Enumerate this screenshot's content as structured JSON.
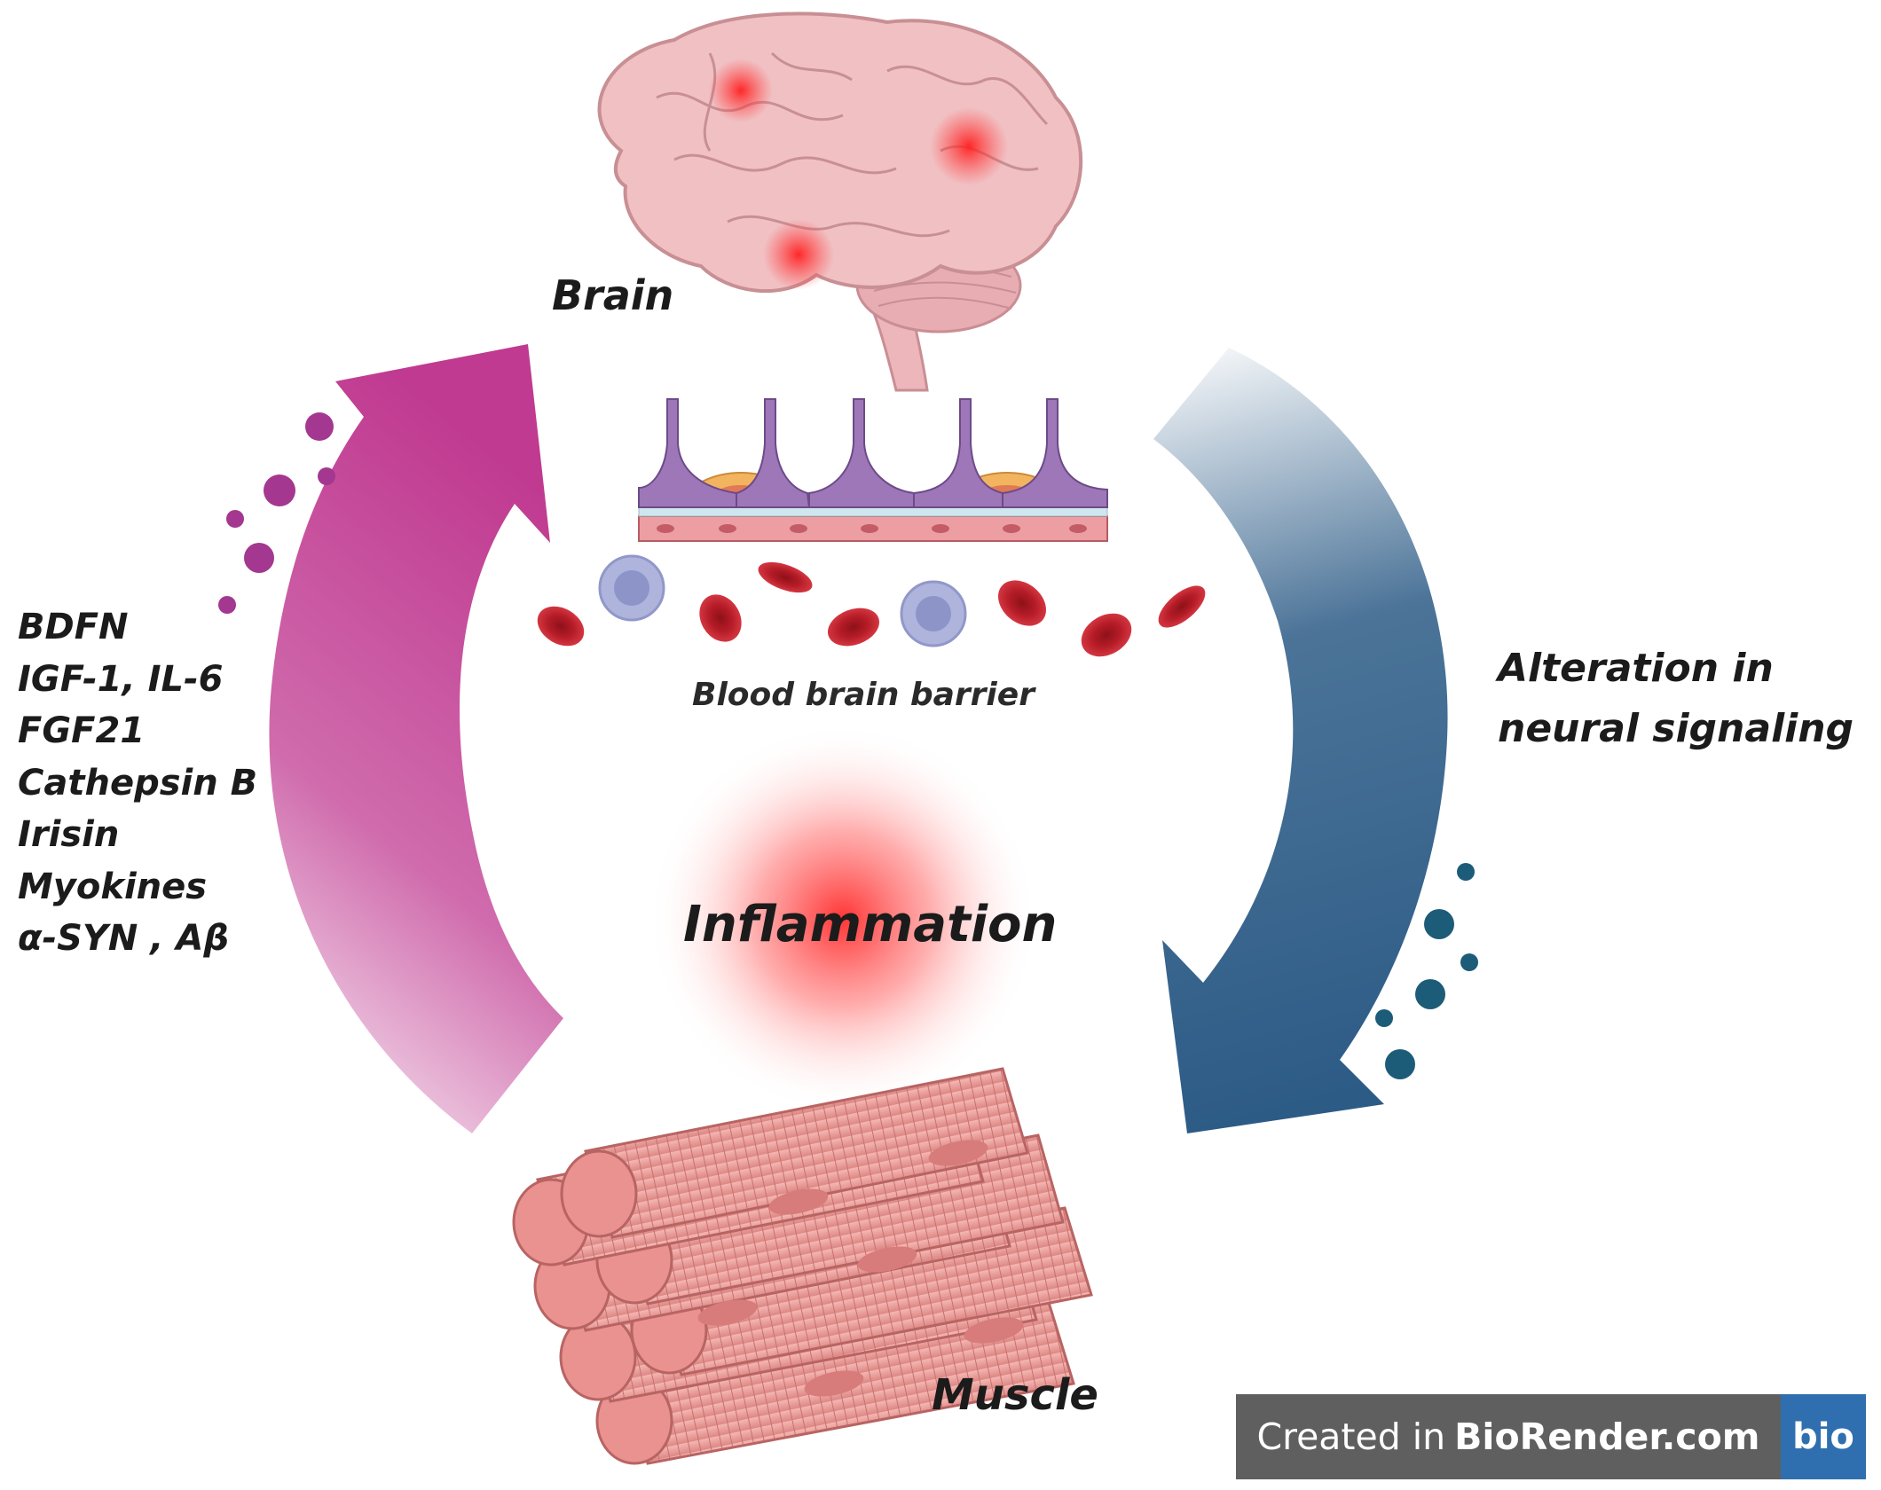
{
  "labels": {
    "brain": "Brain",
    "blood_brain_barrier": "Blood brain barrier",
    "inflammation": "Inflammation",
    "muscle": "Muscle",
    "signal_line1": "Alteration in",
    "signal_line2": "neural signaling"
  },
  "factors": [
    "BDFN",
    "IGF-1, IL-6",
    "FGF21",
    "Cathepsin B",
    "Irisin",
    "Myokines",
    "α-SYN , Aβ"
  ],
  "watermark": {
    "prefix": "Created in",
    "brand": "BioRender.com",
    "logo": "bio"
  },
  "colors": {
    "muscle_to_brain_arrow": "#c03a91",
    "brain_to_muscle_arrow": "#2c5b86",
    "inflammation_glow": "#ff3a3a",
    "red_blood_cell": "#c0202c",
    "immune_cell": "#aeb4dc",
    "brain_tissue": "#f1c0c3",
    "muscle_fiber": "#ec9d9a",
    "watermark_background": "#5f5f5f",
    "watermark_logo": "#2f6fb0"
  },
  "icons": [
    "brain-illustration",
    "blood-brain-barrier-illustration",
    "red-blood-cell-icon",
    "immune-cell-icon",
    "muscle-fiber-bundle-illustration"
  ]
}
